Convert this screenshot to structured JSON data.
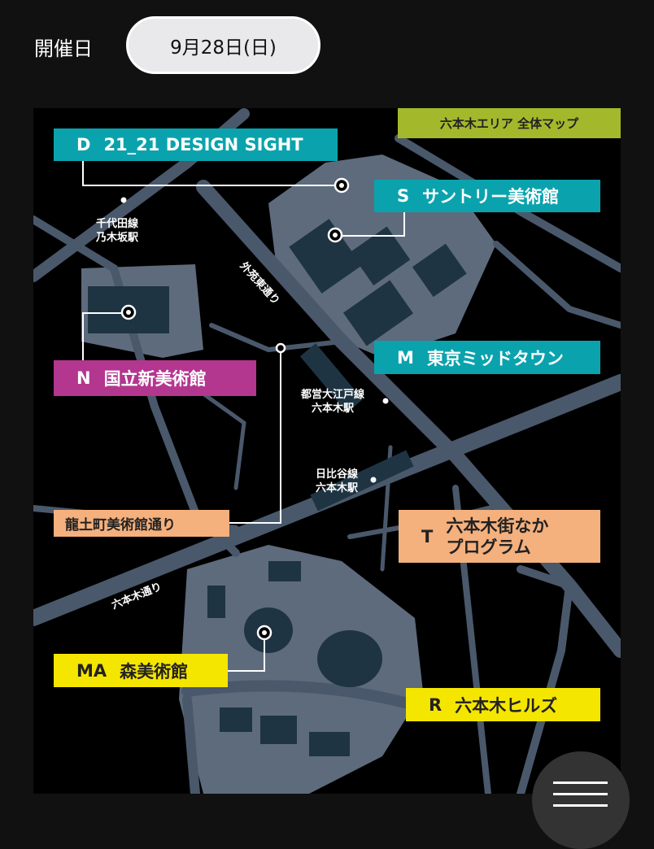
{
  "header": {
    "label": "開催日",
    "date": "9月28日(日)"
  },
  "map": {
    "title": "六本木エリア 全体マップ",
    "venues": [
      {
        "code": "D",
        "name": "21_21 DESIGN SIGHT"
      },
      {
        "code": "S",
        "name": "サントリー美術館"
      },
      {
        "code": "M",
        "name": "東京ミッドタウン"
      },
      {
        "code": "N",
        "name": "国立新美術館"
      },
      {
        "code": "T",
        "name": "六本木街なか",
        "name2": "プログラム"
      },
      {
        "code": "MA",
        "name": "森美術館"
      },
      {
        "code": "R",
        "name": "六本木ヒルズ"
      }
    ],
    "street_label": "龍土町美術館通り",
    "stations": [
      {
        "line": "千代田線",
        "name": "乃木坂駅"
      },
      {
        "line": "都営大江戸線",
        "name": "六本木駅"
      },
      {
        "line": "日比谷線",
        "name": "六本木駅"
      }
    ],
    "roads": [
      "外苑東通り",
      "六本木通り"
    ]
  },
  "colors": {
    "teal": "#0aa3ad",
    "purple": "#b3368f",
    "orange": "#f4b07d",
    "yellow": "#f5e600",
    "green": "#a4b82c"
  }
}
